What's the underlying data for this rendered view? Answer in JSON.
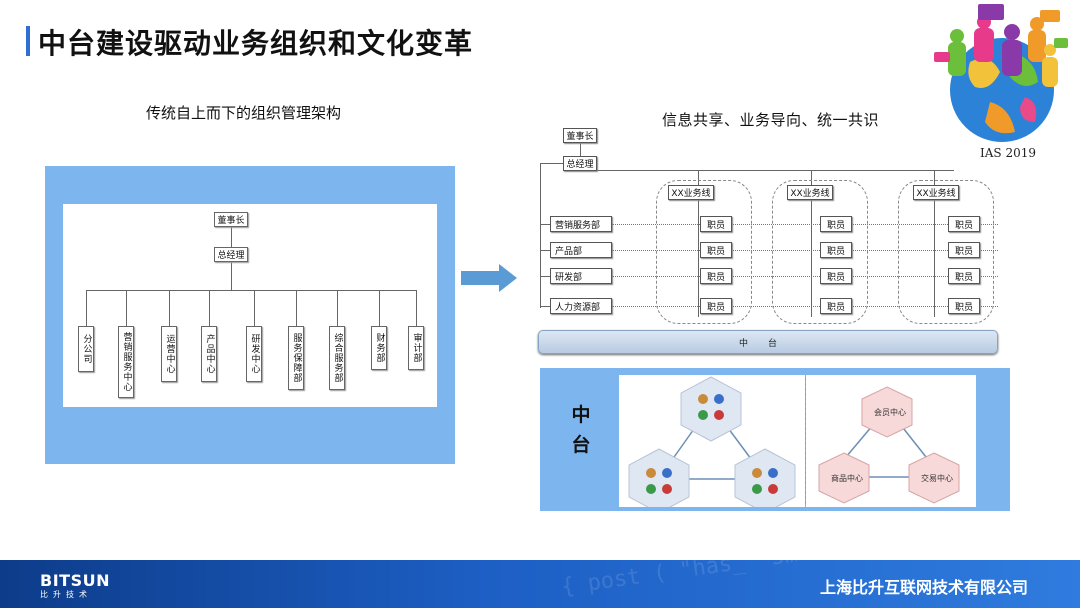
{
  "title": "中台建设驱动业务组织和文化变革",
  "logo": {
    "caption": "IAS 2019"
  },
  "left": {
    "subtitle": "传统自上而下的组织管理架构",
    "chairman": "董事长",
    "gm": "总经理",
    "departments": [
      "分公司",
      "营销服务中心",
      "运营中心",
      "产品中心",
      "研发中心",
      "服务保障部",
      "综合服务部",
      "财务部",
      "审计部"
    ]
  },
  "right": {
    "subtitle": "信息共享、业务导向、统一共识",
    "chairman": "董事长",
    "gm": "总经理",
    "business_lines": [
      "XX业务线",
      "XX业务线",
      "XX业务线"
    ],
    "departments": [
      "营销服务部",
      "产品部",
      "研发部",
      "人力资源部"
    ],
    "staff": "职员",
    "platform": "中台"
  },
  "middle": {
    "label": "中台",
    "hexagons": [
      "会员中心",
      "商品中心",
      "交易中心"
    ]
  },
  "footer": {
    "brand": "BITSUN",
    "brand_sub": "比升技术",
    "company": "上海比升互联网技术有限公司"
  },
  "colors": {
    "accent": "#2e6fd1",
    "panel": "#7db6ef",
    "arrow": "#5b9bd5",
    "footer": "#1d5fc4",
    "hex_fill": "#f8d9d9"
  }
}
